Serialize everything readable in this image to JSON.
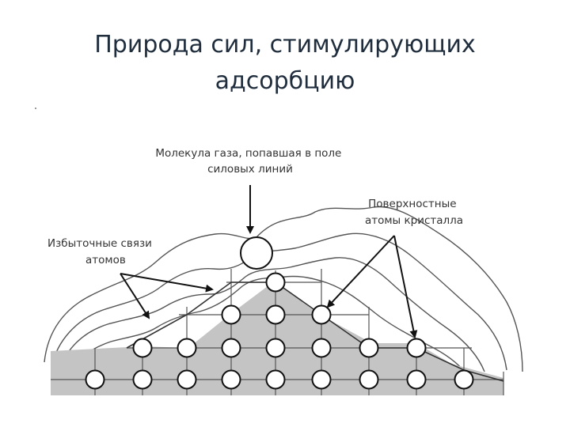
{
  "title": {
    "line1": "Природа сил, стимулирующих",
    "line2": "адсорбцию"
  },
  "diagram": {
    "gas_molecule_label": {
      "line1": "Молекула газа, попавшая в поле",
      "line2": "силовых линий"
    },
    "surface_atoms_label": {
      "line1": "Поверхностные",
      "line2": "атомы кристалла"
    },
    "excess_bonds_label": {
      "line1": "Избыточные связи",
      "line2": "атомов"
    }
  }
}
